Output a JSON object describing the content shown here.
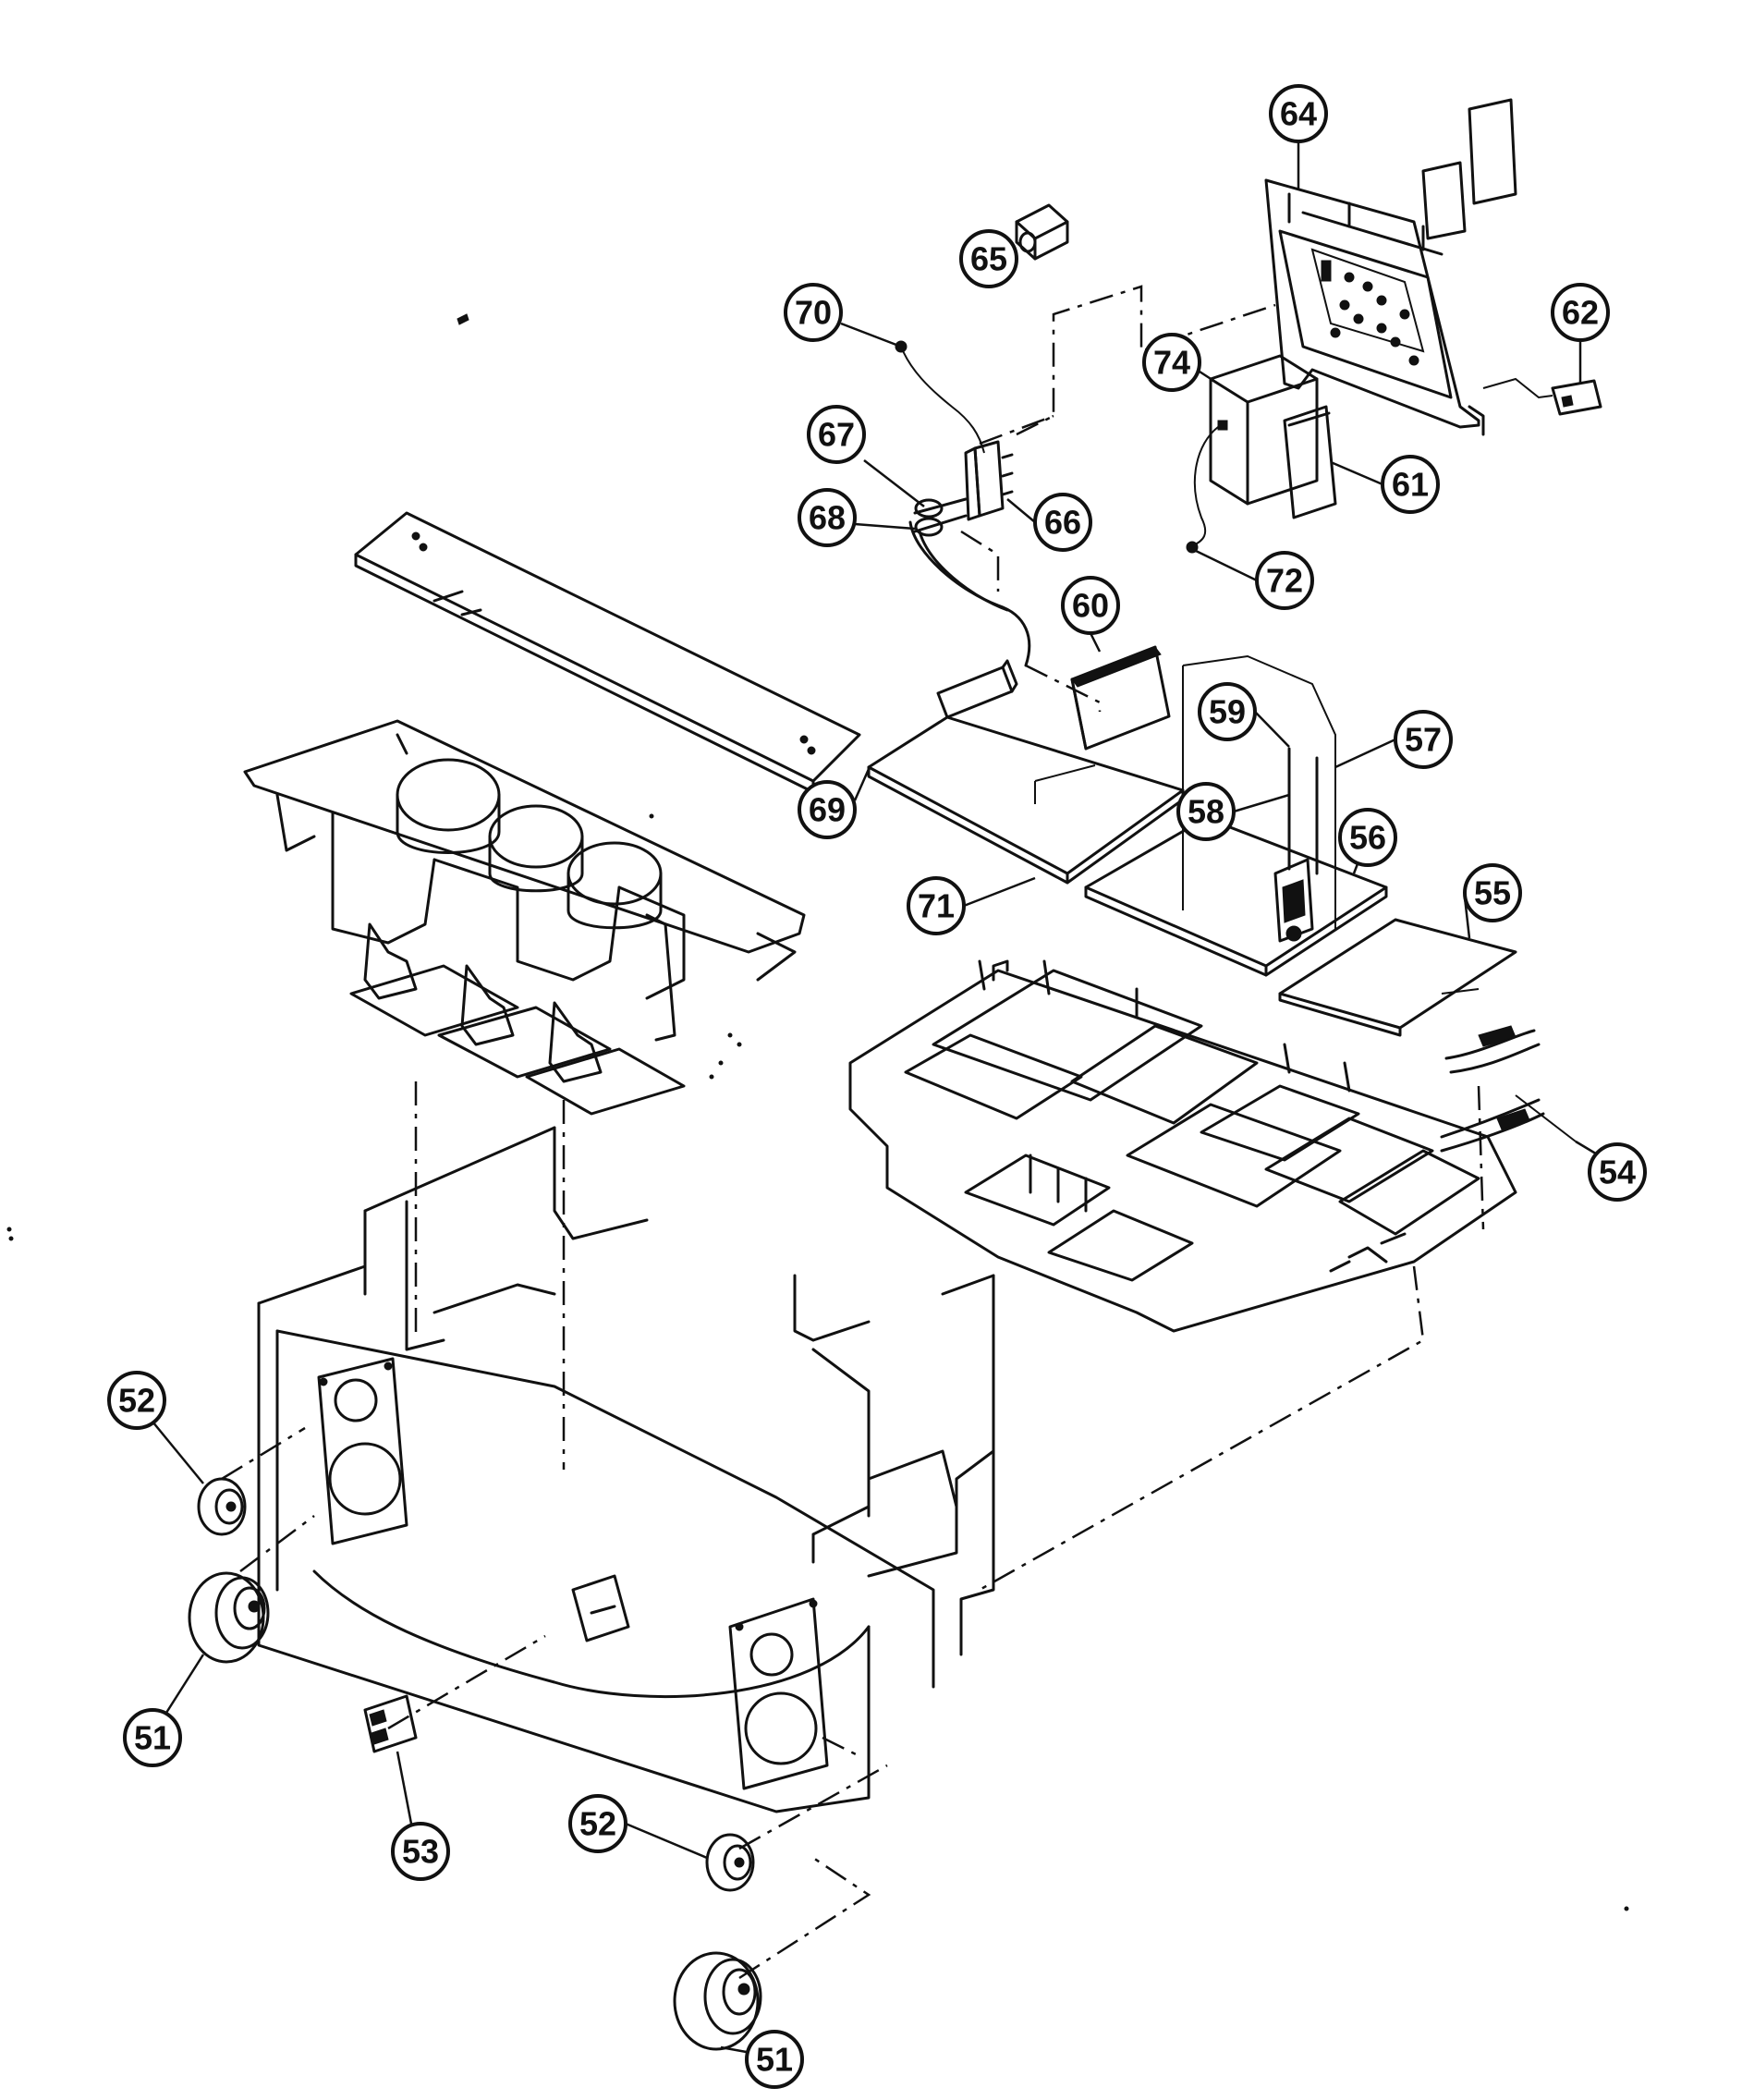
{
  "diagram": {
    "callouts": [
      {
        "id": "c64",
        "label": "64"
      },
      {
        "id": "c65",
        "label": "65"
      },
      {
        "id": "c70",
        "label": "70"
      },
      {
        "id": "c62",
        "label": "62"
      },
      {
        "id": "c74",
        "label": "74"
      },
      {
        "id": "c67",
        "label": "67"
      },
      {
        "id": "c68",
        "label": "68"
      },
      {
        "id": "c66",
        "label": "66"
      },
      {
        "id": "c61",
        "label": "61"
      },
      {
        "id": "c72",
        "label": "72"
      },
      {
        "id": "c60",
        "label": "60"
      },
      {
        "id": "c59",
        "label": "59"
      },
      {
        "id": "c57",
        "label": "57"
      },
      {
        "id": "c69",
        "label": "69"
      },
      {
        "id": "c58",
        "label": "58"
      },
      {
        "id": "c56",
        "label": "56"
      },
      {
        "id": "c55",
        "label": "55"
      },
      {
        "id": "c71",
        "label": "71"
      },
      {
        "id": "c54",
        "label": "54"
      },
      {
        "id": "c52a",
        "label": "52"
      },
      {
        "id": "c51a",
        "label": "51"
      },
      {
        "id": "c53",
        "label": "53"
      },
      {
        "id": "c52b",
        "label": "52"
      },
      {
        "id": "c51b",
        "label": "51"
      }
    ]
  }
}
